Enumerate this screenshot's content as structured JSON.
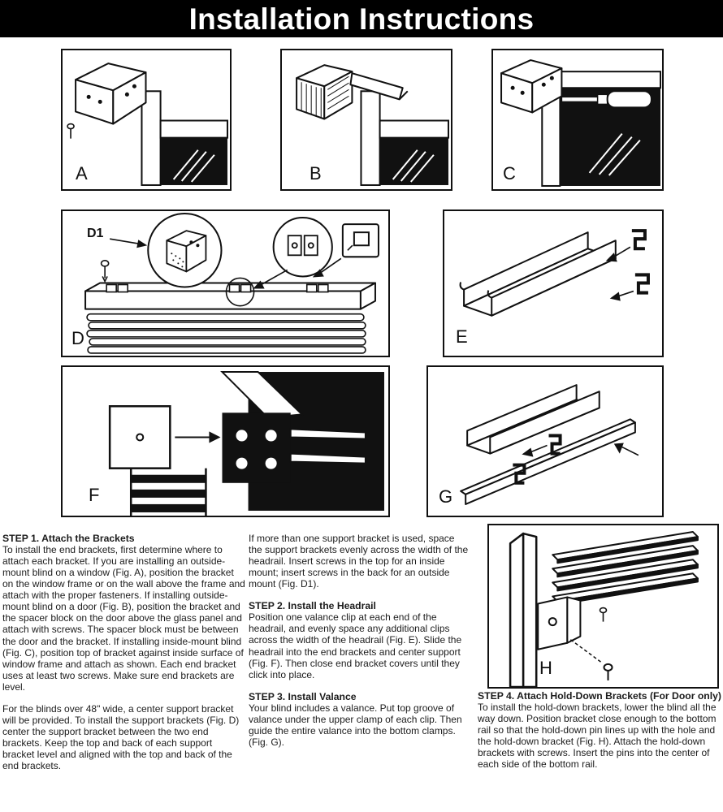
{
  "title": "Installation Instructions",
  "colors": {
    "header_bg": "#000000",
    "header_text": "#ffffff",
    "ink": "#111111"
  },
  "figures": {
    "a": "A",
    "b": "B",
    "c": "C",
    "d": "D",
    "d1": "D1",
    "e": "E",
    "f": "F",
    "g": "G",
    "h": "H"
  },
  "steps": {
    "step1": {
      "heading": "STEP 1. Attach the Brackets",
      "para1": "To install the end brackets, first determine where to attach each bracket.  If you are installing an outside-mount blind on a window (Fig. A), position the bracket on the window frame or on the wall above the frame and attach with the proper fasteners.  If installing outside-mount blind on a door (Fig. B), position the bracket and the spacer block on the door above the glass panel and attach with screws. The spacer block must be between the door and the bracket.  If installing inside-mount blind (Fig. C), position top of bracket against inside surface of window frame and attach as shown. Each end bracket uses at least two screws.  Make sure end brackets are level.",
      "para2": "For the blinds over 48\" wide, a center support bracket will be provided.   To install the support brackets (Fig. D) center the support bracket between the two end brackets. Keep the top and back of each support bracket level and aligned with the top and back of the end brackets.",
      "para3": "If more than one support bracket is used, space the support brackets evenly across the width of the headrail. Insert screws in the top for an inside mount; insert screws in the back for an outside mount (Fig. D1)."
    },
    "step2": {
      "heading": "STEP 2. Install the Headrail",
      "para": "Position one valance clip at each end of the headrail, and evenly space any additional clips across the width of the headrail (Fig. E). Slide the headrail into the end brackets and center support (Fig. F).  Then close end bracket covers until they click into place."
    },
    "step3": {
      "heading": "STEP 3. Install Valance",
      "para": "Your blind includes a valance. Put top groove of valance under the upper clamp of each clip. Then guide the entire valance into the bottom clamps. (Fig. G)."
    },
    "step4": {
      "heading": "STEP 4. Attach Hold-Down Brackets (For Door only)",
      "para": "To install the hold-down brackets, lower the blind all the way down. Position bracket close enough to the bottom rail so that the hold-down pin lines up with the hole and the hold-down bracket (Fig. H). Attach the hold-down brackets with screws.  Insert the pins into the center of each side of the bottom rail."
    }
  }
}
